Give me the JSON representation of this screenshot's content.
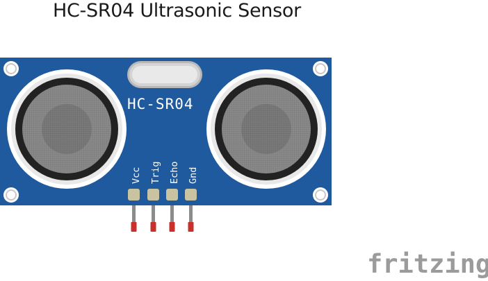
{
  "title": "HC-SR04 Ultrasonic Sensor",
  "module": {
    "model_label": "HC-SR04",
    "board_color": "#1f5a9e",
    "pins": [
      {
        "label": "Vcc"
      },
      {
        "label": "Trig"
      },
      {
        "label": "Echo"
      },
      {
        "label": "Gnd"
      }
    ]
  },
  "logo": {
    "text": "fritzing",
    "color": "#9b9b9b"
  }
}
